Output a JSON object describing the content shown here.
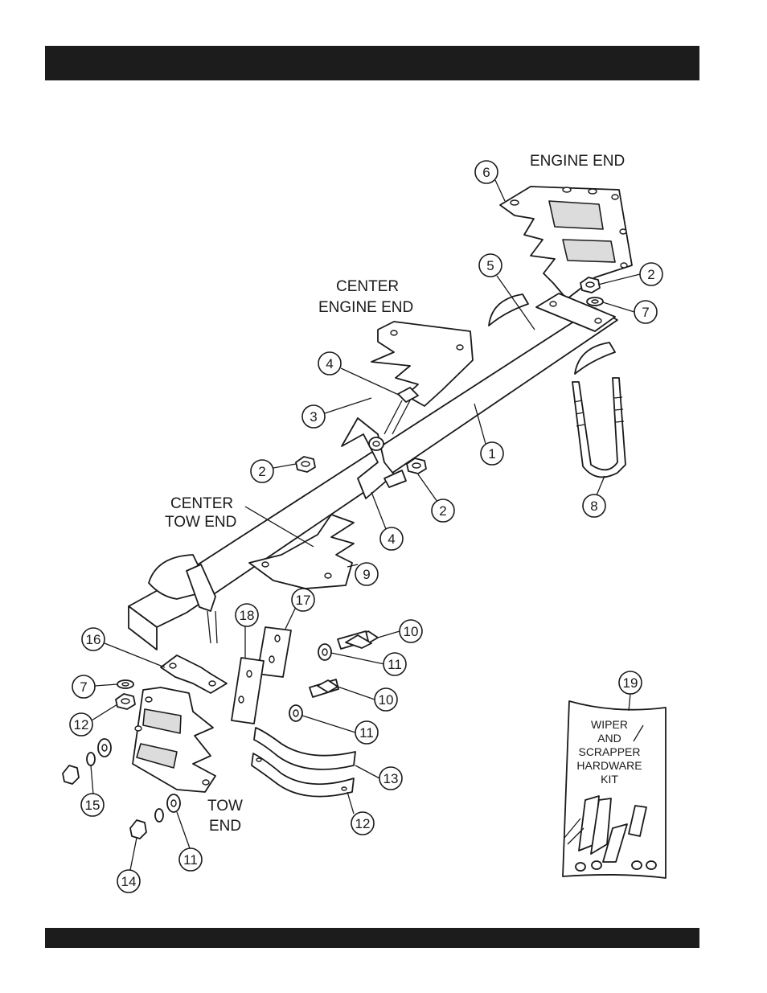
{
  "header": {
    "title": ""
  },
  "footer": {
    "text": ""
  },
  "labels": {
    "engine_end": "ENGINE END",
    "center_engine_end_1": "CENTER",
    "center_engine_end_2": "ENGINE END",
    "center_tow_end_1": "CENTER",
    "center_tow_end_2": "TOW END",
    "tow_end_1": "TOW",
    "tow_end_2": "END"
  },
  "kit": {
    "line1": "WIPER",
    "line2": "AND",
    "line3": "SCRAPPER",
    "line4": "HARDWARE",
    "line5": "KIT"
  },
  "callouts": [
    {
      "id": "c6",
      "num": "6"
    },
    {
      "id": "c2a",
      "num": "2"
    },
    {
      "id": "c7a",
      "num": "7"
    },
    {
      "id": "c5",
      "num": "5"
    },
    {
      "id": "c4a",
      "num": "4"
    },
    {
      "id": "c3",
      "num": "3"
    },
    {
      "id": "c1",
      "num": "1"
    },
    {
      "id": "c2b",
      "num": "2"
    },
    {
      "id": "c2c",
      "num": "2"
    },
    {
      "id": "c8",
      "num": "8"
    },
    {
      "id": "c4b",
      "num": "4"
    },
    {
      "id": "c9",
      "num": "9"
    },
    {
      "id": "c17",
      "num": "17"
    },
    {
      "id": "c18",
      "num": "18"
    },
    {
      "id": "c10a",
      "num": "10"
    },
    {
      "id": "c16",
      "num": "16"
    },
    {
      "id": "c11a",
      "num": "11"
    },
    {
      "id": "c7b",
      "num": "7"
    },
    {
      "id": "c10b",
      "num": "10"
    },
    {
      "id": "c12a",
      "num": "12"
    },
    {
      "id": "c11b",
      "num": "11"
    },
    {
      "id": "c19",
      "num": "19"
    },
    {
      "id": "c13",
      "num": "13"
    },
    {
      "id": "c15",
      "num": "15"
    },
    {
      "id": "c12b",
      "num": "12"
    },
    {
      "id": "c11c",
      "num": "11"
    },
    {
      "id": "c14",
      "num": "14"
    }
  ]
}
